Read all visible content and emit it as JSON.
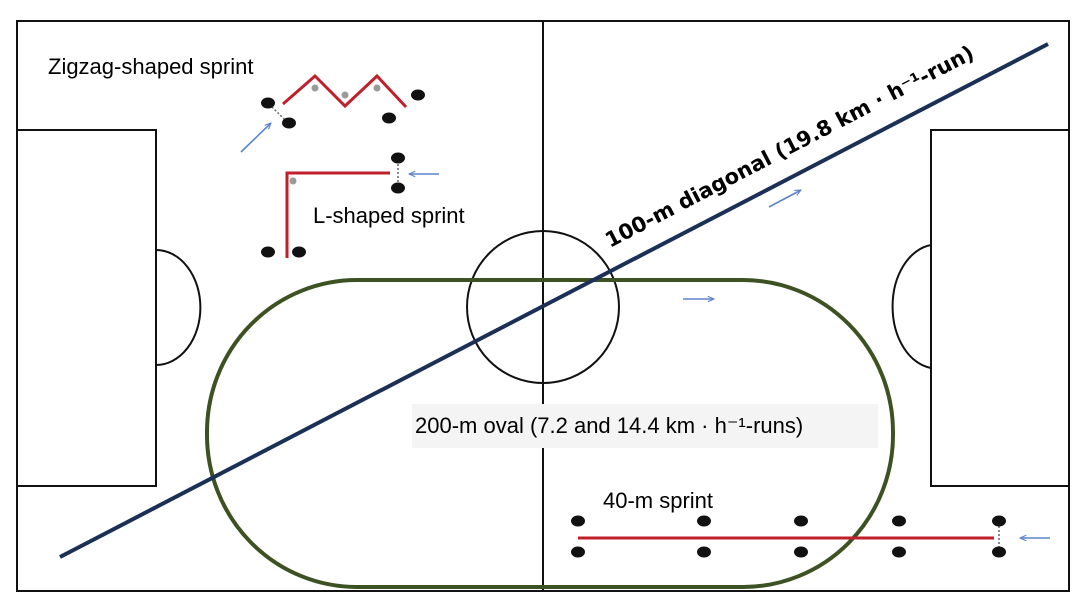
{
  "labels": {
    "zigzag": "Zigzag-shaped sprint",
    "l_shaped": "L-shaped sprint",
    "diagonal": "100-m diagonal (19.8 km · h⁻¹-run)",
    "oval": "200-m oval (7.2 and 14.4 km · h⁻¹-runs)",
    "sprint40": "40-m sprint"
  },
  "colors": {
    "field_lines": "#111111",
    "oval_track": "#3d5222",
    "diagonal_track": "#1b3057",
    "sprint_track": "#c0202a",
    "direction_arrow": "#5b84c9",
    "cone": "#111111",
    "marker": "#9a9a9a"
  }
}
